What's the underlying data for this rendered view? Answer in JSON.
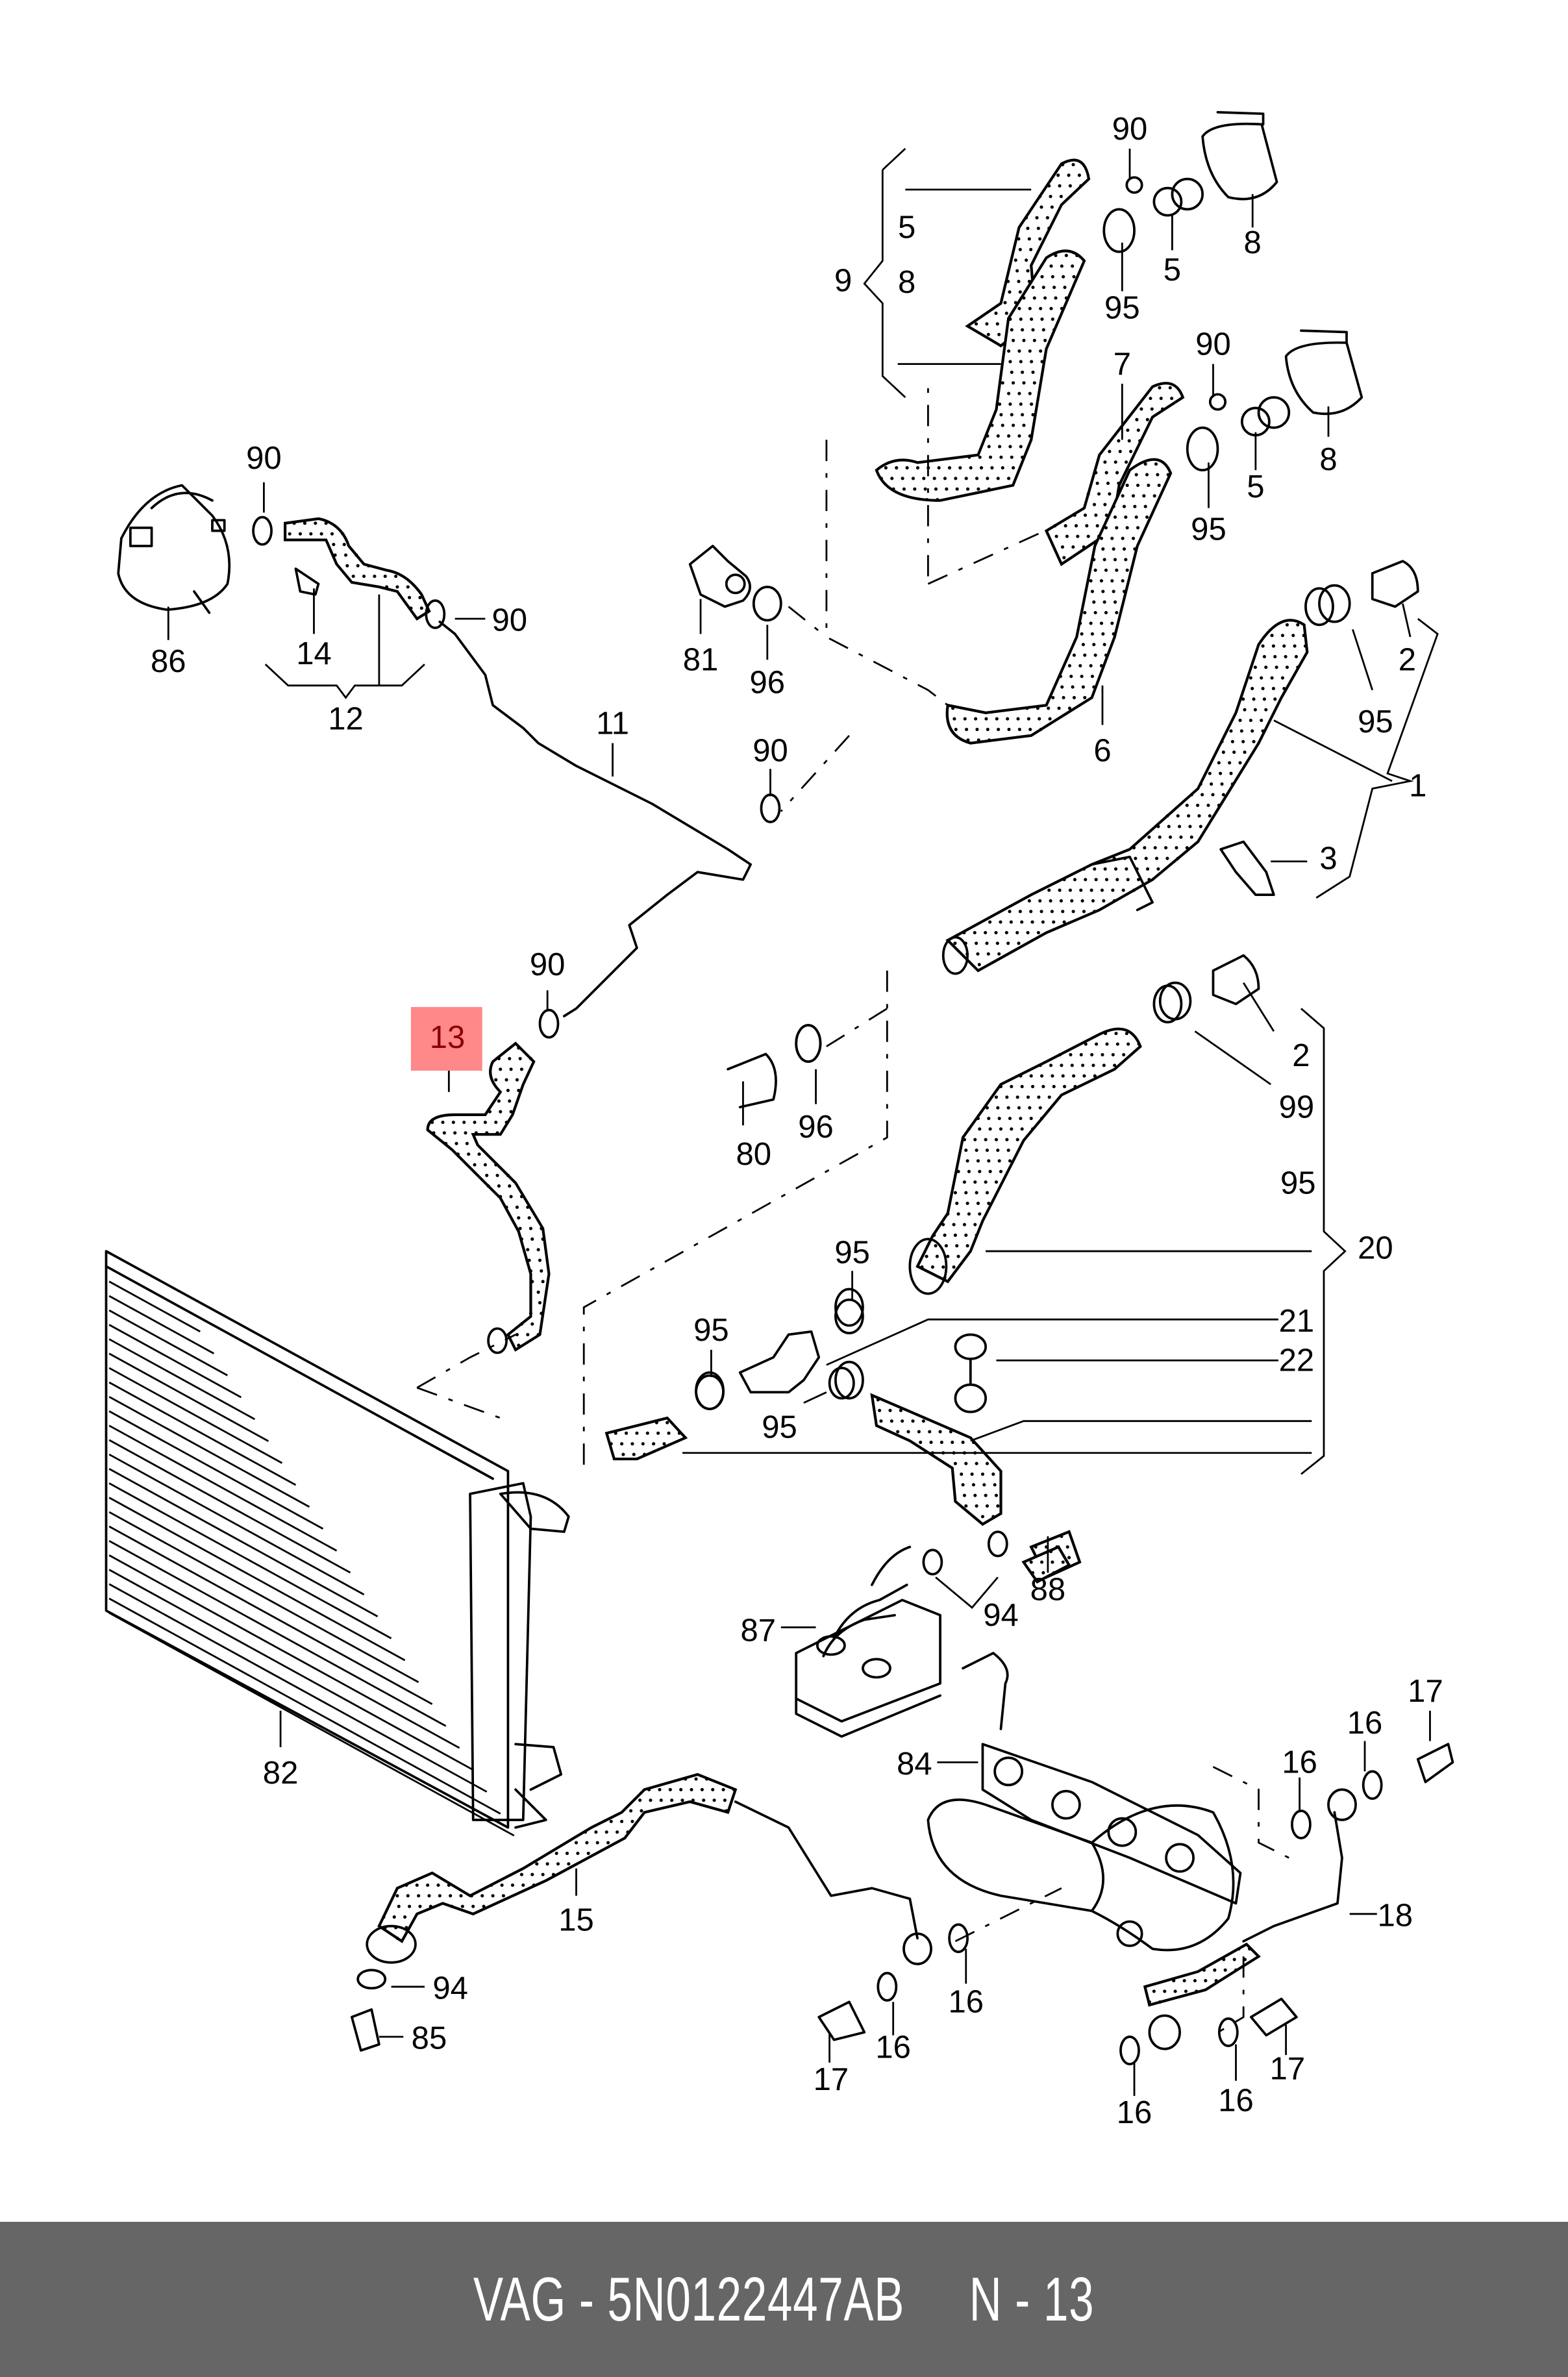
{
  "diagram": {
    "highlight_color": "#ff8888",
    "highlighted_part": "13",
    "callouts": [
      {
        "id": "c90a",
        "text": "90"
      },
      {
        "id": "c8a",
        "text": "8"
      },
      {
        "id": "c5a",
        "text": "5"
      },
      {
        "id": "c9",
        "text": "9"
      },
      {
        "id": "c8b",
        "text": "8"
      },
      {
        "id": "c5b",
        "text": "5"
      },
      {
        "id": "c95a",
        "text": "95"
      },
      {
        "id": "c90b",
        "text": "90"
      },
      {
        "id": "c7",
        "text": "7"
      },
      {
        "id": "c8c",
        "text": "8"
      },
      {
        "id": "c5c",
        "text": "5"
      },
      {
        "id": "c95b",
        "text": "95"
      },
      {
        "id": "c90c",
        "text": "90"
      },
      {
        "id": "c90d",
        "text": "90"
      },
      {
        "id": "c86",
        "text": "86"
      },
      {
        "id": "c14",
        "text": "14"
      },
      {
        "id": "c12",
        "text": "12"
      },
      {
        "id": "c81",
        "text": "81"
      },
      {
        "id": "c96a",
        "text": "96"
      },
      {
        "id": "c6",
        "text": "6"
      },
      {
        "id": "c2a",
        "text": "2"
      },
      {
        "id": "c95c",
        "text": "95"
      },
      {
        "id": "c1",
        "text": "1"
      },
      {
        "id": "c3",
        "text": "3"
      },
      {
        "id": "c11",
        "text": "11"
      },
      {
        "id": "c90e",
        "text": "90"
      },
      {
        "id": "c90f",
        "text": "90"
      },
      {
        "id": "c13",
        "text": "13"
      },
      {
        "id": "c2b",
        "text": "2"
      },
      {
        "id": "c99",
        "text": "99"
      },
      {
        "id": "c80",
        "text": "80"
      },
      {
        "id": "c96b",
        "text": "96"
      },
      {
        "id": "c95d",
        "text": "95"
      },
      {
        "id": "c20",
        "text": "20"
      },
      {
        "id": "c95e",
        "text": "95"
      },
      {
        "id": "c21",
        "text": "21"
      },
      {
        "id": "c95f",
        "text": "95"
      },
      {
        "id": "c22",
        "text": "22"
      },
      {
        "id": "c95g",
        "text": "95"
      },
      {
        "id": "c94a",
        "text": "94"
      },
      {
        "id": "c88",
        "text": "88"
      },
      {
        "id": "c87",
        "text": "87"
      },
      {
        "id": "c82",
        "text": "82"
      },
      {
        "id": "c84",
        "text": "84"
      },
      {
        "id": "c17a",
        "text": "17"
      },
      {
        "id": "c16a",
        "text": "16"
      },
      {
        "id": "c16b",
        "text": "16"
      },
      {
        "id": "c18",
        "text": "18"
      },
      {
        "id": "c15",
        "text": "15"
      },
      {
        "id": "c94b",
        "text": "94"
      },
      {
        "id": "c85",
        "text": "85"
      },
      {
        "id": "c16c",
        "text": "16"
      },
      {
        "id": "c17b",
        "text": "17"
      },
      {
        "id": "c16d",
        "text": "16"
      },
      {
        "id": "c16e",
        "text": "16"
      },
      {
        "id": "c16f",
        "text": "16"
      },
      {
        "id": "c17c",
        "text": "17"
      }
    ]
  },
  "footer": {
    "text": "VAG - 5N0122447AB     N - 13",
    "brand": "VAG",
    "part_number": "5N0122447AB",
    "position": "N - 13",
    "background": "#666666"
  }
}
